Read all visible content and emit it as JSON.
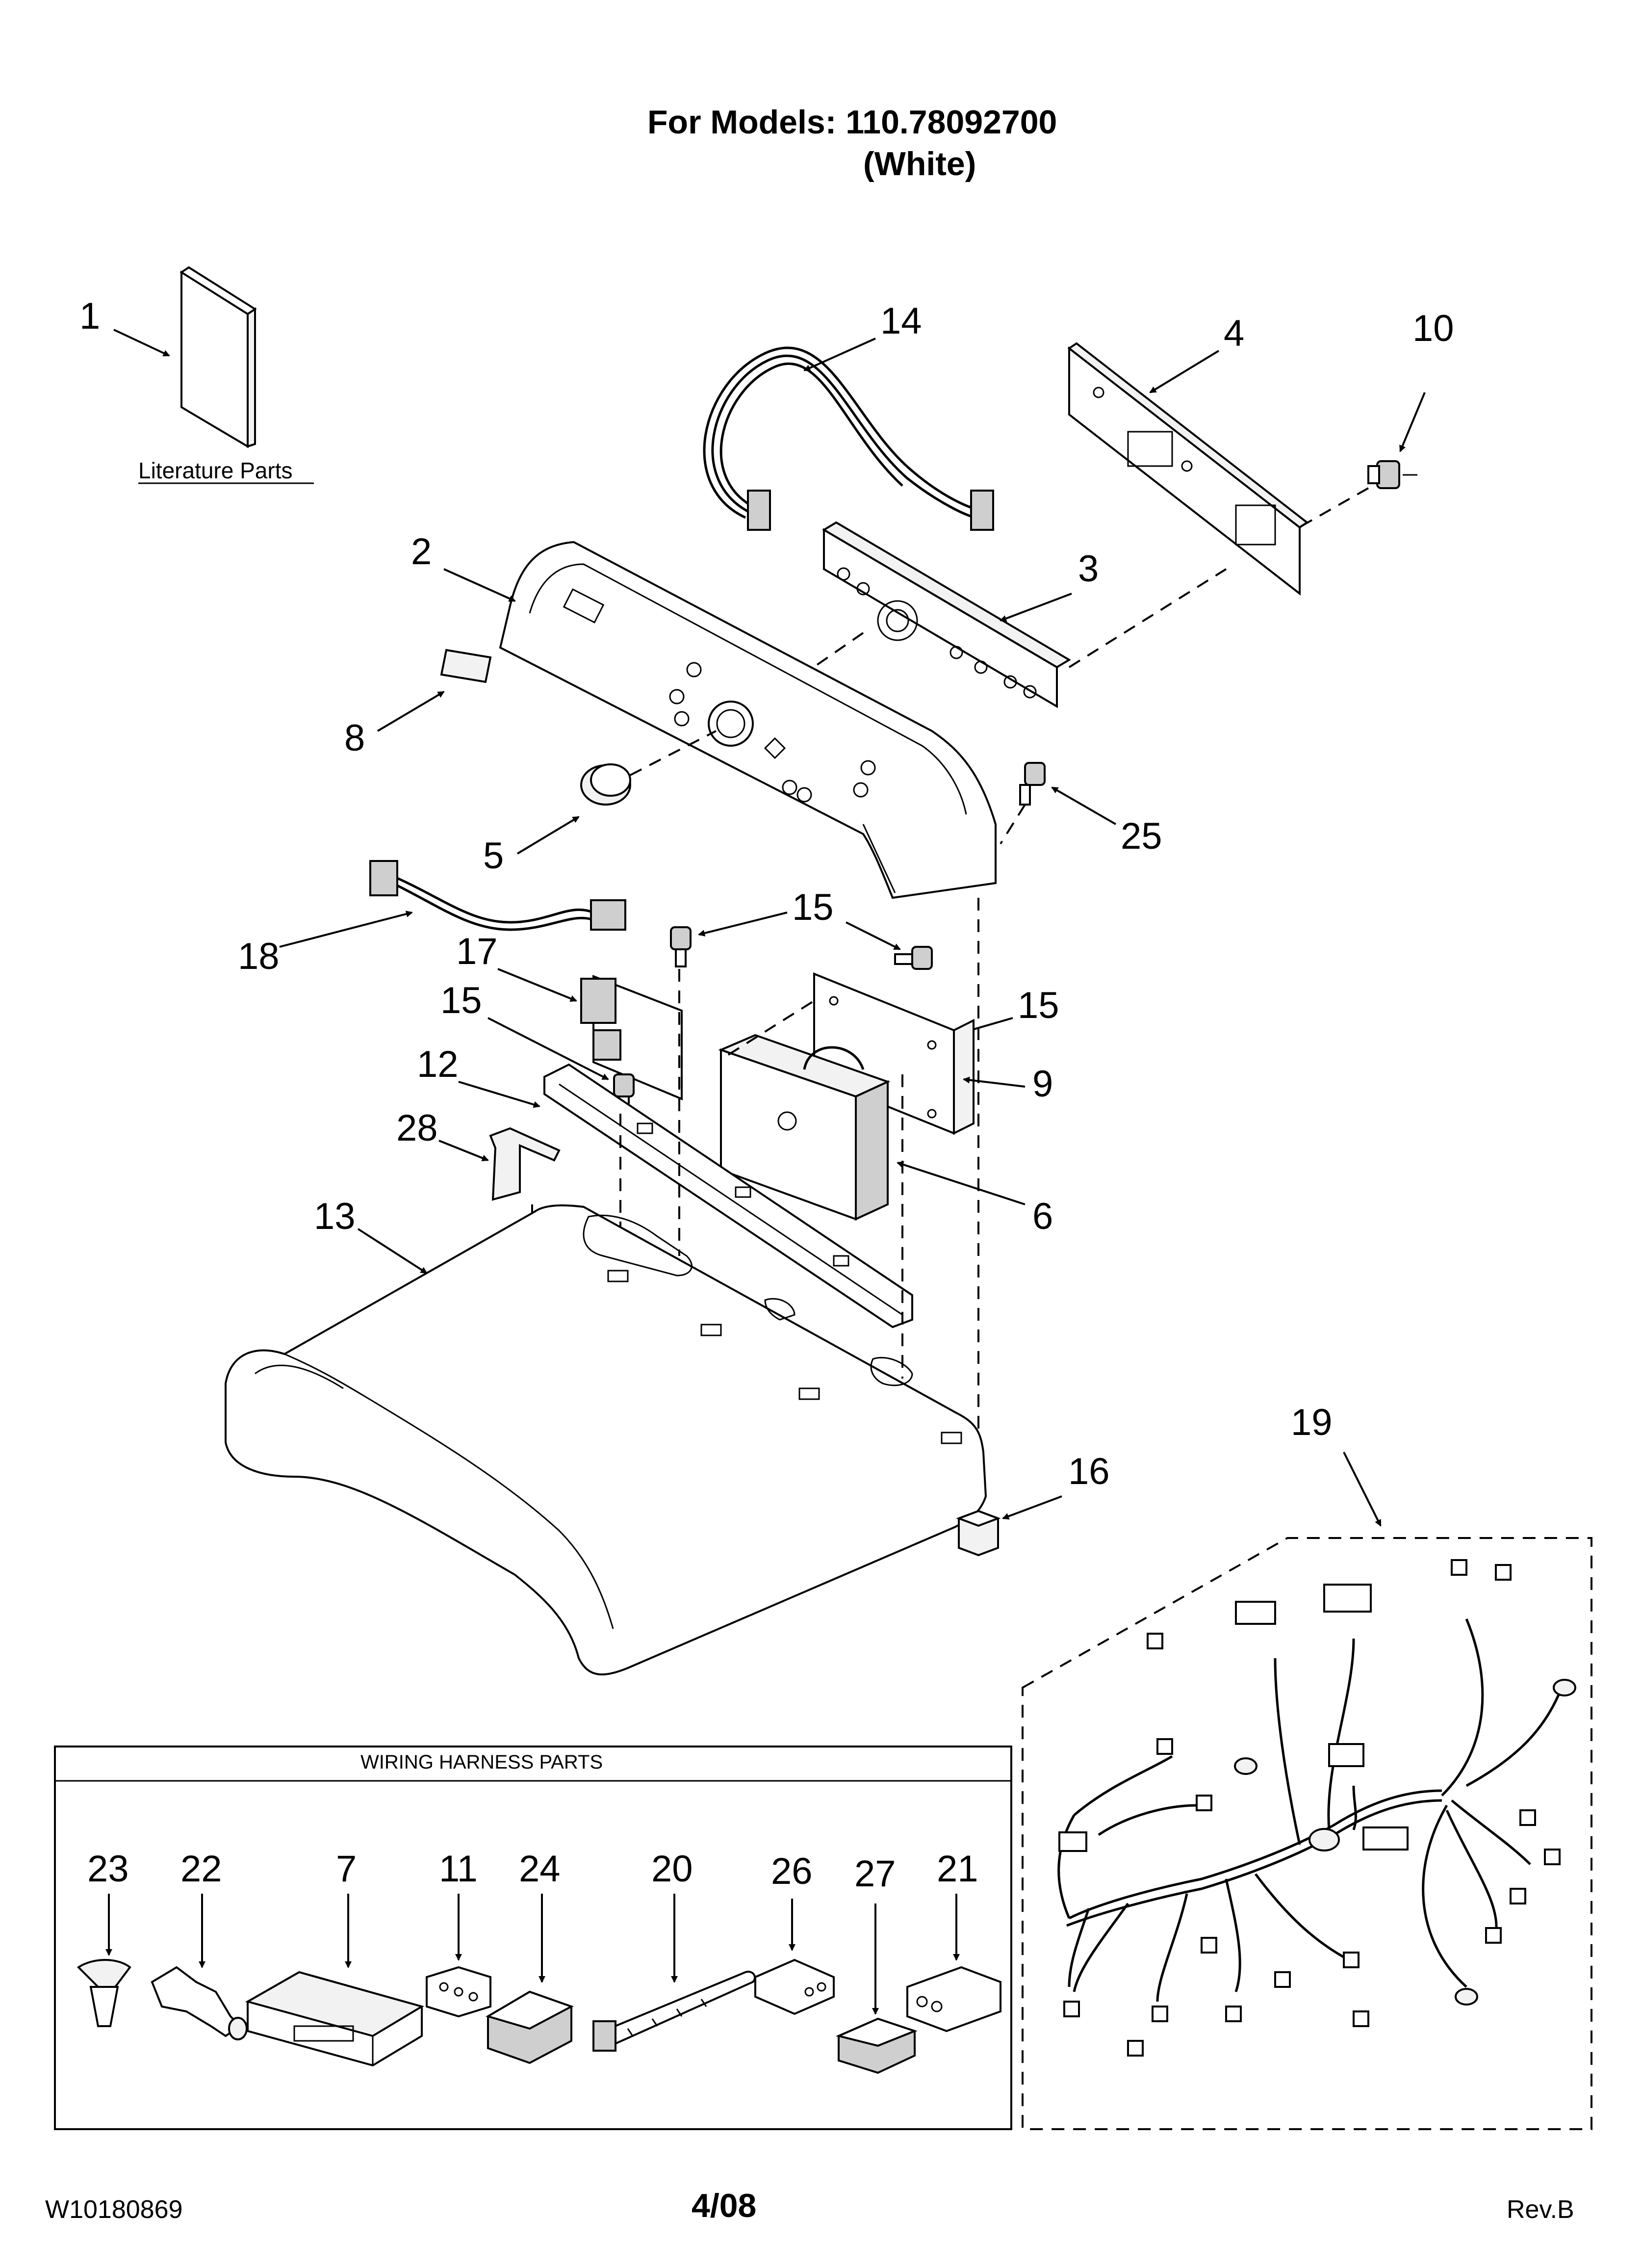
{
  "header": {
    "title_line": "For Models: 110.78092700",
    "color_line": "(White)"
  },
  "literature": {
    "label": "Literature Parts"
  },
  "wiring_box": {
    "title": "WIRING HARNESS PARTS"
  },
  "callouts": {
    "c1": "1",
    "c2": "2",
    "c3": "3",
    "c4": "4",
    "c5": "5",
    "c6": "6",
    "c7": "7",
    "c8": "8",
    "c9": "9",
    "c10": "10",
    "c11": "11",
    "c12": "12",
    "c13": "13",
    "c14": "14",
    "c15a": "15",
    "c15b": "15",
    "c15c": "15",
    "c16": "16",
    "c17": "17",
    "c18": "18",
    "c19": "19",
    "c20": "20",
    "c21": "21",
    "c22": "22",
    "c23": "23",
    "c24": "24",
    "c25": "25",
    "c26": "26",
    "c27": "27",
    "c28": "28"
  },
  "footer": {
    "doc_number": "W10180869",
    "date": "4/08",
    "revision": "Rev.B"
  }
}
